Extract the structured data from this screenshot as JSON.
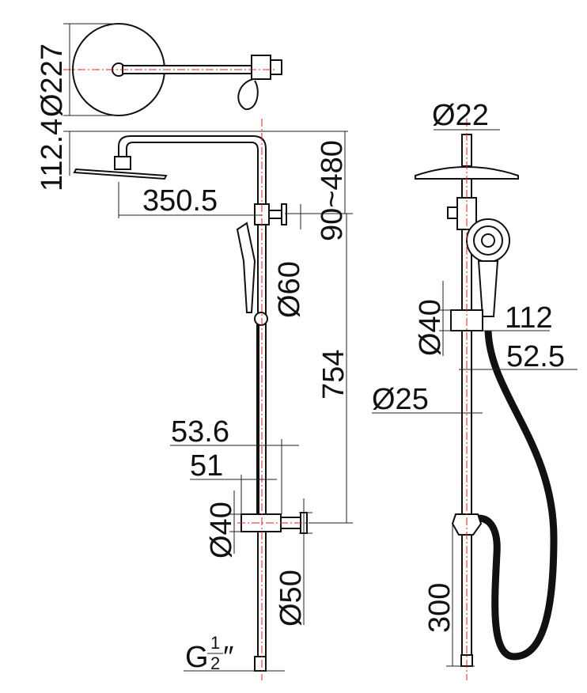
{
  "dimensions": {
    "top_view": {
      "diameter": "Ø227",
      "height": "112.4"
    },
    "front_view": {
      "arm_length": "350.5",
      "adjust_range": "90~480",
      "holder_diameter": "Ø60",
      "riser_height": "754",
      "mixer_width": "53.6",
      "mixer_inner": "51",
      "mixer_diameter": "Ø40",
      "outlet_diameter": "Ø50",
      "thread": "G",
      "thread_num": "1",
      "thread_den": "2",
      "thread_unit": "″"
    },
    "side_view": {
      "top_diameter": "Ø22",
      "handle_diameter": "Ø40",
      "offset_1": "112",
      "offset_2": "52.5",
      "riser_diameter": "Ø25",
      "bottom_height": "300"
    }
  },
  "colors": {
    "line": "#111111",
    "centerline": "#dd2222"
  }
}
